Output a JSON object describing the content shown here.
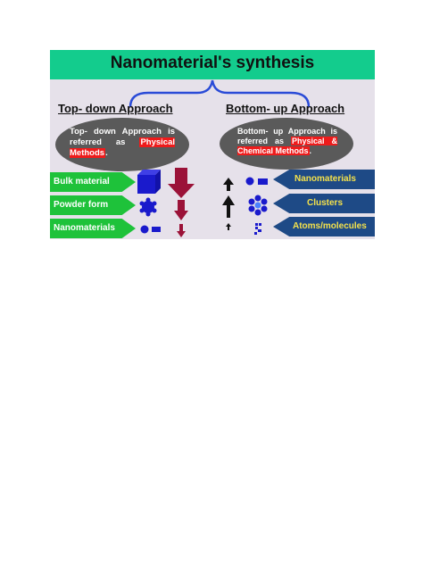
{
  "diagram": {
    "title": "Nanomaterial's synthesis",
    "left": {
      "heading": "Top- down Approach",
      "description_pre": "Top- down Approach is referred as",
      "description_highlight": "Physical Methods",
      "description_post": ".",
      "arrows": [
        "Bulk material",
        "Powder form",
        "Nanomaterials"
      ]
    },
    "right": {
      "heading": "Bottom- up Approach",
      "description_pre": "Bottom- up Approach is referred as",
      "description_highlight": "Physical & Chemical Methods",
      "description_post": ".",
      "arrows": [
        "Nanomaterials",
        "Clusters",
        "Atoms/molecules"
      ]
    },
    "colors": {
      "title_bar": "#13cc8d",
      "background": "#e6e1ea",
      "ellipse": "#5a5a5a",
      "highlight": "#ee1b1b",
      "green_arrow": "#1ec23a",
      "blue_arrow": "#1e4a86",
      "blue_arrow_text": "#f4e14b",
      "shape_blue": "#1a1acc",
      "down_arrow": "#9b1238",
      "up_arrow": "#111111"
    }
  }
}
